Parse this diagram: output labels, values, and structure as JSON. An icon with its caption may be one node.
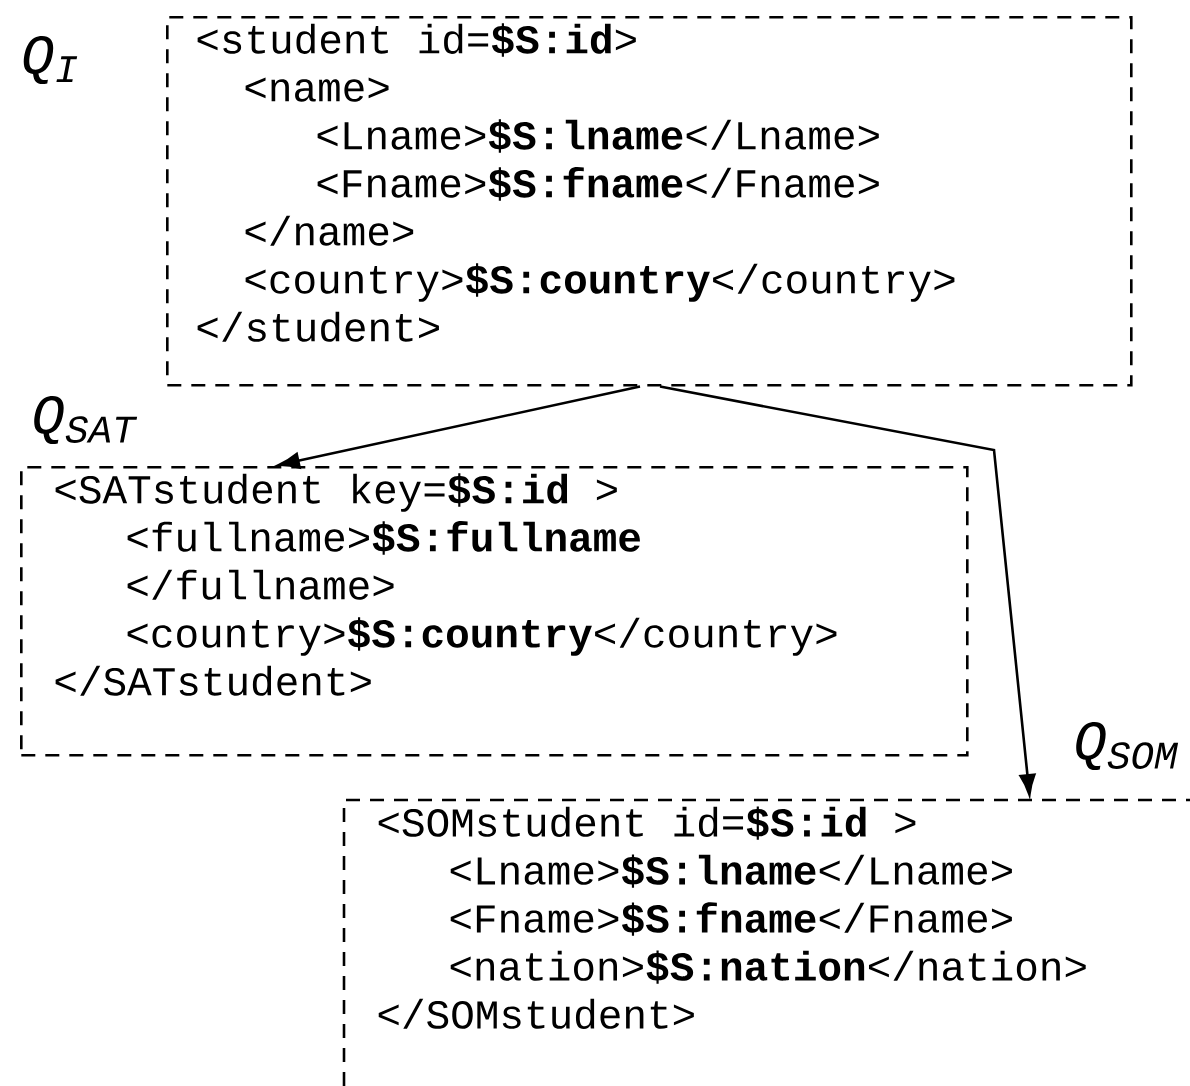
{
  "diagram": {
    "nodes": [
      {
        "text": [
          "<student id=**$S:id**>",
          "<name>",
          "<Lname>**$S:lname**</Lname>",
          "<Fname>**$S:fname**</Fname>",
          "</name>",
          "<country>**$S:country**</country>",
          "</student>"
        ],
        "beside": [
          "Q$_{I}$"
        ]
      },
      {
        "text": [
          "<SATstudent key=**$S:id** >",
          "<fullname>**$S:fullname**",
          "</fullname>",
          "<country>**$S:country**</country>",
          "</SATstudent>"
        ],
        "beside": [
          "Q$_{SAT}$"
        ]
      },
      {
        "text": [
          "<SOMstudent id=**$S:id** >",
          "<Lname>**$S:lname**</Lname>",
          "<Fname>**$S:fname**</Fname>",
          "<nation>**$S:nation**</nation>",
          "</SOMstudent>"
        ],
        "beside": [
          "Q$_{SOM}$"
        ]
      }
    ],
    "edges": [
      {
        "from": 0,
        "to": 1,
        "arrow": "to"
      },
      {
        "from": 0,
        "to": 2,
        "arrow": "to"
      }
    ]
  }
}
